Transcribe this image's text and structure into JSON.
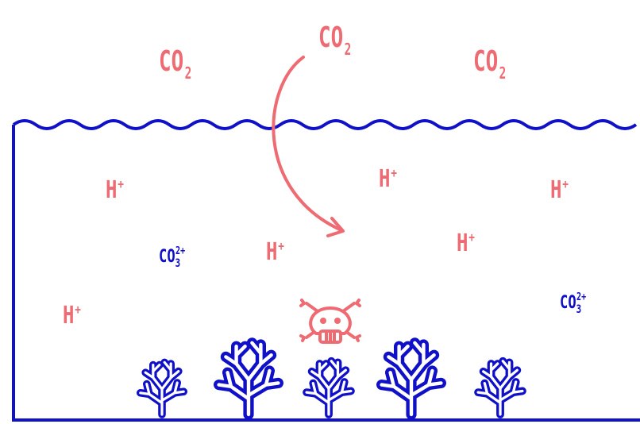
{
  "molecules": {
    "co2": {
      "base": "CO",
      "sub": "2"
    },
    "h_ion": {
      "base": "H",
      "sup": "+"
    },
    "carbonate": {
      "base": "CO",
      "sub": "3",
      "sup": "2+"
    }
  },
  "colors": {
    "ocean": "#1010c8",
    "acid": "#ef6b73",
    "background": "#ffffff"
  },
  "icons": [
    "wave-surface-icon",
    "down-arrow-icon",
    "skull-crossbones-icon",
    "coral-icon"
  ]
}
